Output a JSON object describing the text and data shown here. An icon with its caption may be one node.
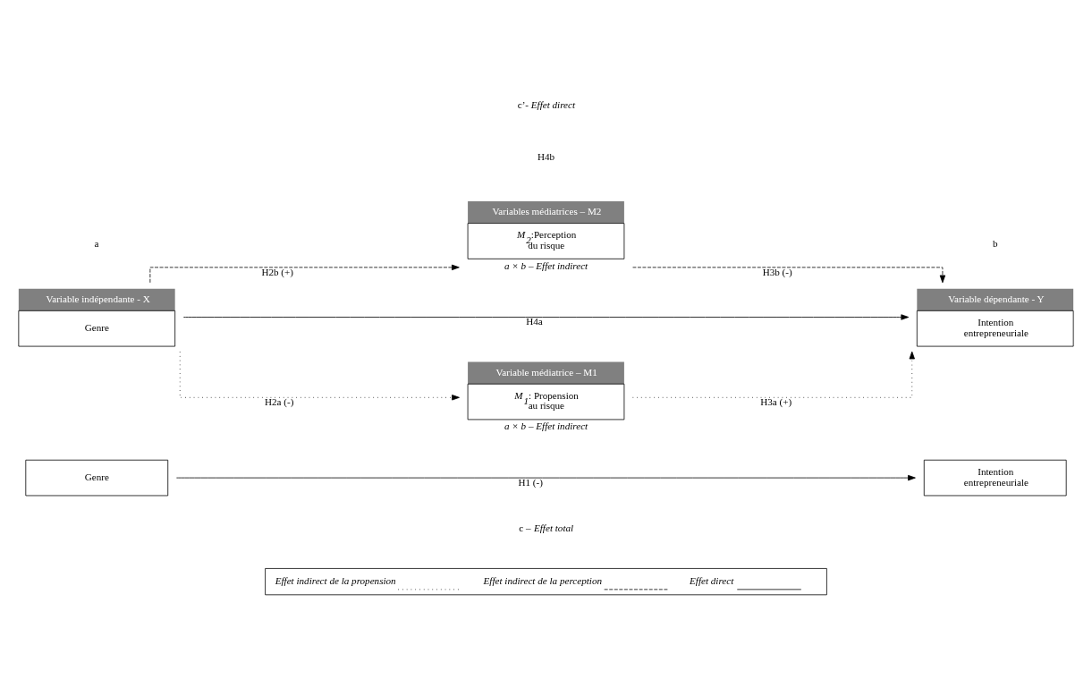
{
  "diagram": {
    "nodes": [
      {
        "text": [
          "Variable indépendante - X",
          "Genre"
        ]
      },
      {
        "text": [
          "Variable médiatrice – M1",
          "*M*$_{1}$: Propension au risque"
        ],
        "beside": [
          "a × b – Effet indirect"
        ]
      },
      {
        "text": [
          "Variable dépendante - Y",
          "Intention entrepreneuriale"
        ]
      },
      {
        "text": [
          "Variables médiatrices – M2",
          "*M*$_{2}$:Perception du risque"
        ],
        "beside": [
          "a × b – Effet indirect"
        ]
      },
      {
        "text": [
          "Genre"
        ]
      },
      {
        "text": [
          "Intention entrepreneuriale"
        ]
      }
    ],
    "edges": [
      {
        "from": 0,
        "to": 1,
        "arrow": "to",
        "label": "H2a (-)",
        "style": "dashed"
      },
      {
        "from": 1,
        "to": 2,
        "arrow": "to",
        "label": "H3a (+)",
        "style": "dashed"
      },
      {
        "from": 0,
        "to": 2,
        "arrow": "to",
        "label": "H4a"
      },
      {
        "from": 0,
        "to": 3,
        "arrow": "to",
        "label": "H2b (+)",
        "style": "dashed"
      },
      {
        "from": 3,
        "to": 2,
        "arrow": "to",
        "label": "H3b (-)",
        "style": "dashed"
      },
      {
        "from": 4,
        "to": 5,
        "arrow": "to",
        "label": "H1 (-)"
      }
    ],
    "labels": [
      "a",
      "b",
      "c’- *Effet direct*",
      "H4b",
      "c – *Effet total*"
    ],
    "legend": [
      {
        "text": "Effet indirect de la propension"
      },
      {
        "text": "Effet indirect de la perception"
      },
      {
        "text": "Effet direct"
      }
    ]
  }
}
